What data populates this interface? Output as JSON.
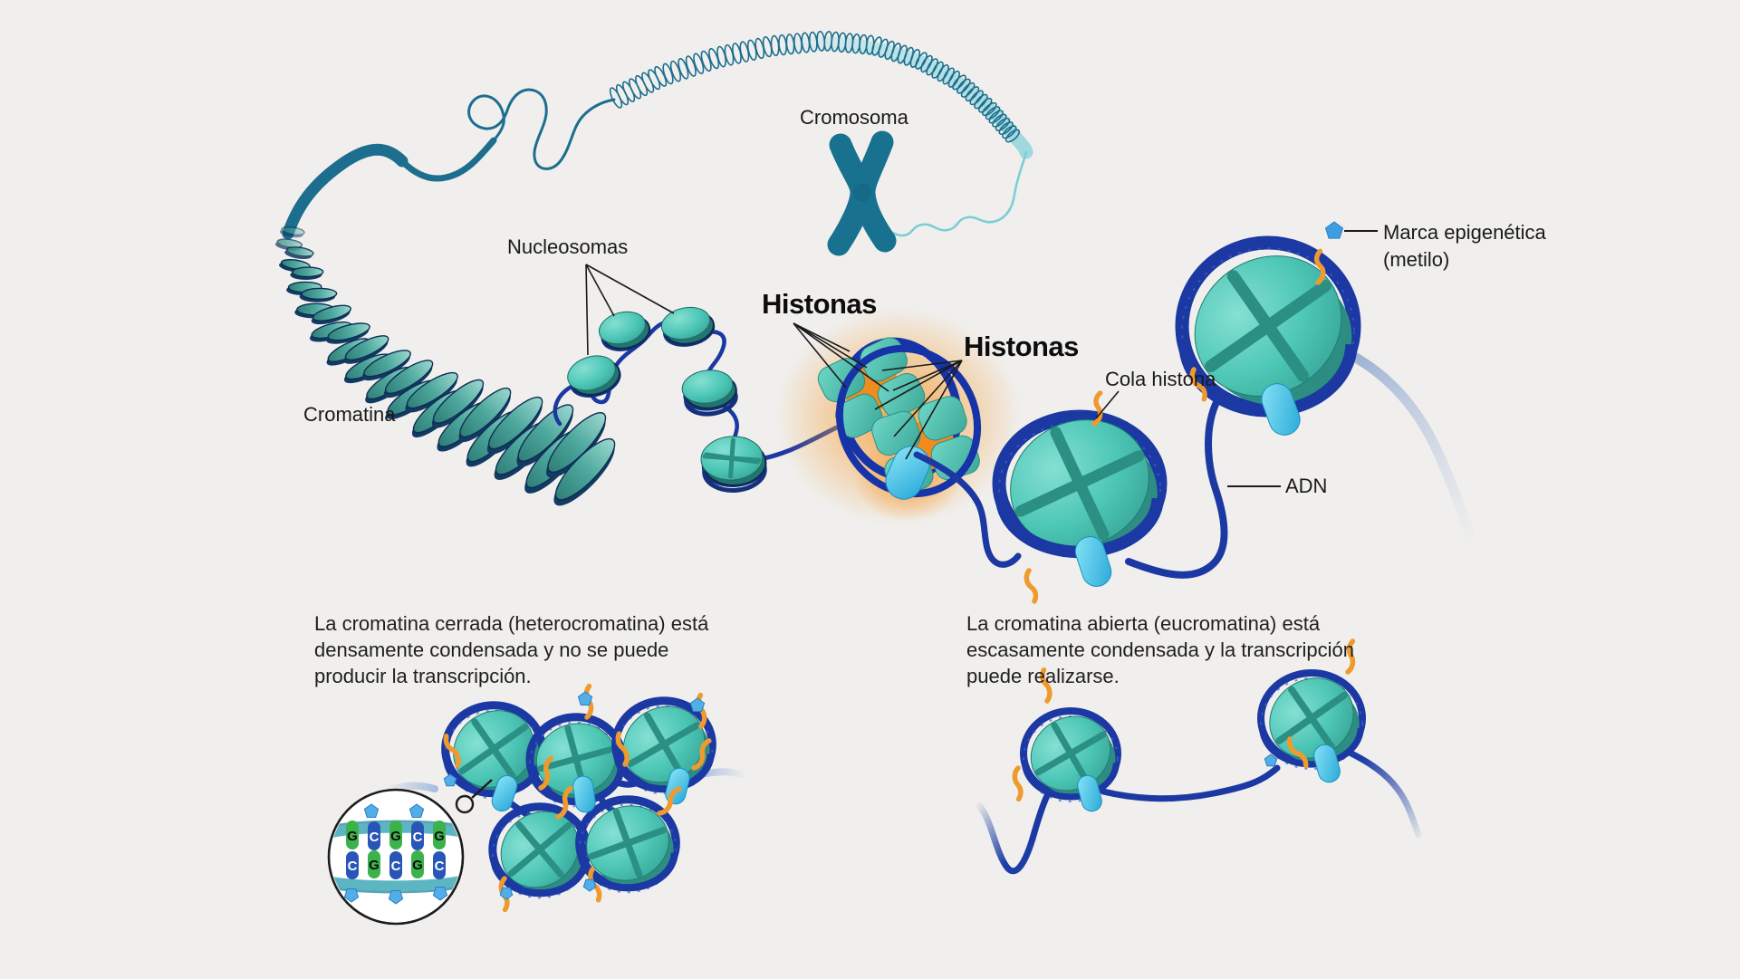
{
  "labels": {
    "cromosoma": "Cromosoma",
    "nucleosomas": "Nucleosomas",
    "histonas_1": "Histonas",
    "histonas_2": "Histonas",
    "cromatina": "Cromatina",
    "cola_histona": "Cola histona",
    "adn": "ADN",
    "marca_line1": "Marca epigenética",
    "marca_line2": "(metilo)"
  },
  "captions": {
    "closed_lines": [
      "La cromatina cerrada (heterocromatina) está",
      "densamente condensada y no se puede",
      "producir la transcripción."
    ],
    "open_lines": [
      "La cromatina abierta (eucromatina) está",
      "escasamente condensada y la transcripción",
      "puede realizarse."
    ]
  },
  "dna_ladder": {
    "top_row": [
      "G",
      "C",
      "G",
      "C",
      "G"
    ],
    "bottom_row": [
      "C",
      "G",
      "C",
      "G",
      "C"
    ]
  },
  "colors": {
    "background": "#f0efed",
    "dna_blue": "#1b38a3",
    "dna_blue_light": "#3f63c8",
    "nucleosome_teal": "#4cc6b6",
    "nucleosome_dark": "#2e8d82",
    "groove_teal": "#2b9083",
    "linker_cyan": "#3fc0e8",
    "histone_tail_orange": "#ef9a2e",
    "methyl_blue": "#3d9ee2",
    "methyl_blue_soft": "#52aee8",
    "strand_teal": "#1d6e8e",
    "coil_band": "#b7e1e5",
    "light_squiggle": "#7ecdd6",
    "chromosome_teal": "#18718f",
    "faded_strand": "#8ea6cf",
    "base_g_green": "#3bb24a",
    "base_c_blue": "#2856b8",
    "ladder_rail": "#5cb6c2",
    "ladder_rail_dark": "#2e8fa8",
    "highlight_glow": "#f59d36",
    "pointer_line": "#1a1a1a",
    "text": "#1a1a1a"
  }
}
